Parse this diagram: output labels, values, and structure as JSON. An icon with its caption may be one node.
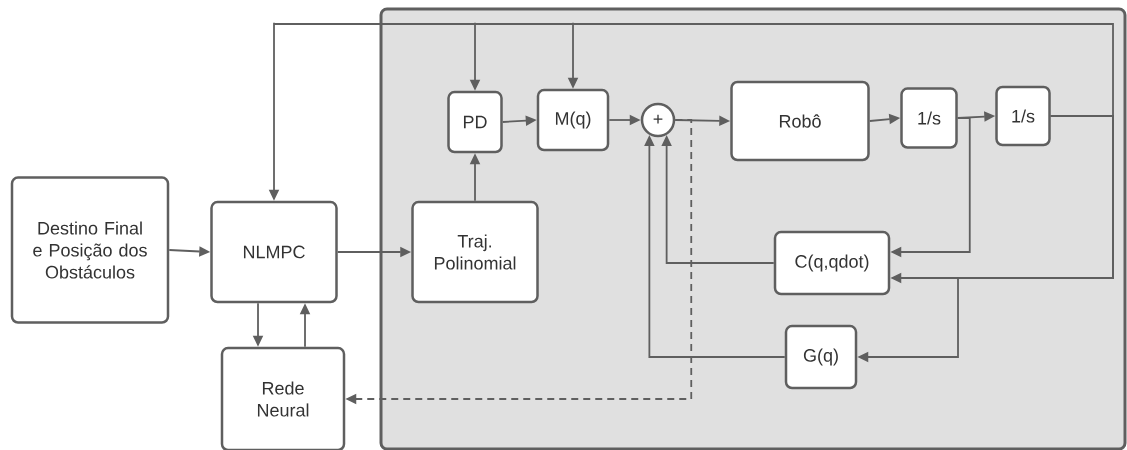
{
  "diagram": {
    "nodes": [
      {
        "text": [
          "Destino Final e Posição dos Obstáculos"
        ]
      },
      {
        "text": [
          "NLMPC"
        ]
      },
      {
        "text": [
          "Rede Neural"
        ]
      },
      {
        "text": [],
        "shape": "box"
      },
      {
        "text": [
          "PD"
        ],
        "in": 3
      },
      {
        "text": [
          "M(q)"
        ],
        "in": 3
      },
      {
        "text": [
          "+"
        ],
        "in": 3
      },
      {
        "text": [
          "Robô"
        ],
        "in": 3
      },
      {
        "text": [
          "1/s"
        ],
        "in": 3
      },
      {
        "text": [
          "1/s"
        ],
        "in": 3
      },
      {
        "text": [
          "Traj. Polinomial"
        ],
        "in": 3
      },
      {
        "text": [
          "C(q,qdot)"
        ],
        "in": 3
      },
      {
        "text": [
          "G(q)"
        ],
        "in": 3
      }
    ],
    "edges": [
      {
        "from": 0,
        "to": 1,
        "arrow": "to"
      },
      {
        "from": 1,
        "to": 10,
        "arrow": "to"
      },
      {
        "from": 10,
        "to": 4,
        "arrow": "to"
      },
      {
        "from": 4,
        "to": 5,
        "arrow": "to"
      },
      {
        "from": 5,
        "to": 6,
        "arrow": "to"
      },
      {
        "from": 6,
        "to": 7,
        "arrow": "to"
      },
      {
        "from": 7,
        "to": 8,
        "arrow": "to"
      },
      {
        "from": 8,
        "to": 9,
        "arrow": "to"
      },
      {
        "from": 8,
        "to": 11,
        "arrow": "to"
      },
      {
        "from": 9,
        "to": 11,
        "arrow": "to"
      },
      {
        "from": 9,
        "to": 12,
        "arrow": "to"
      },
      {
        "from": 9,
        "to": 4,
        "arrow": "to"
      },
      {
        "from": 9,
        "to": 5,
        "arrow": "to"
      },
      {
        "from": 9,
        "to": 1,
        "arrow": "to"
      },
      {
        "from": 11,
        "to": 6,
        "arrow": "to"
      },
      {
        "from": 12,
        "to": 6,
        "arrow": "to"
      },
      {
        "from": 1,
        "to": 2,
        "arrow": "to"
      },
      {
        "from": 2,
        "to": 1,
        "arrow": "to"
      },
      {
        "from": 6,
        "to": 2,
        "arrow": "to",
        "style": "dashed"
      }
    ]
  }
}
